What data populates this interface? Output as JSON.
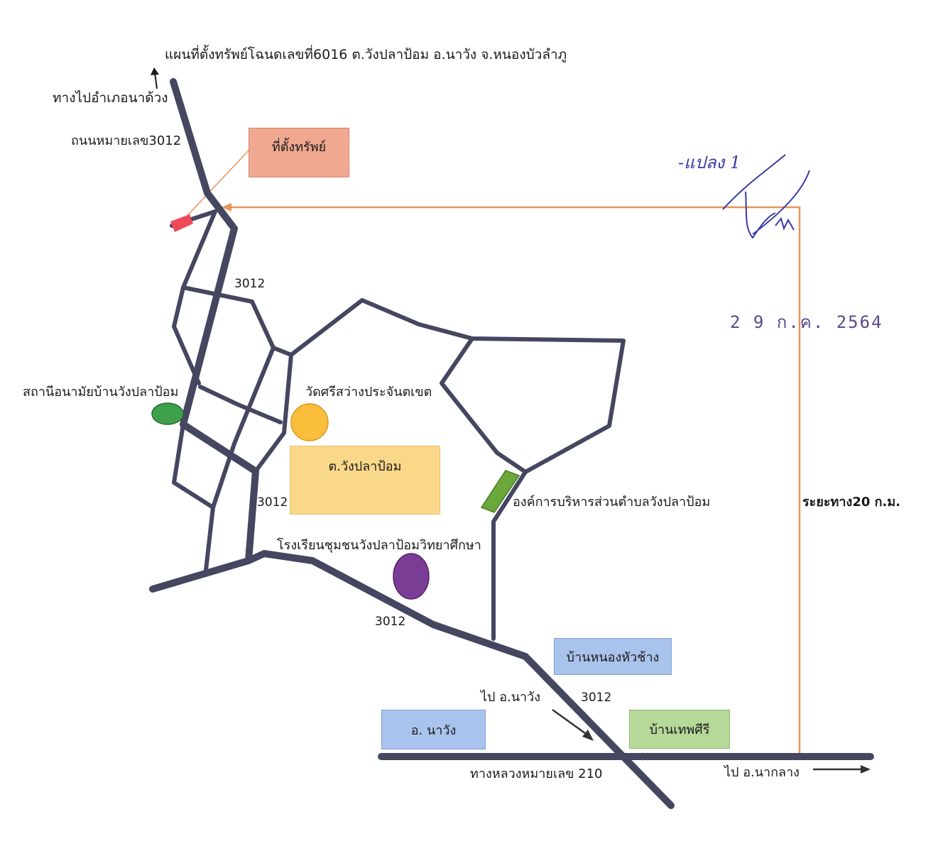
{
  "title": "แผนที่ตั้งทรัพย์โฉนดเลขที่6016 ต.วังปลาป้อม อ.นาวัง จ.หนองบัวลำภู",
  "labels": {
    "to_district": "ทางไปอำเภอนาด้วง",
    "road_3012": "ถนนหมายเลข3012",
    "health_station": "สถานีอนามัยบ้านวังปลาป้อม",
    "temple": "วัดศรีสว่างประจันตเขต",
    "sao": "องค์การบริหารส่วนตำบลวังปลาป้อม",
    "school": "โรงเรียนชุมชนวังปลาป้อมวิทยาศึกษา",
    "to_nawang": "ไป อ.นาวัง",
    "highway_210": "ทางหลวงหมายเลข 210",
    "to_naklang": "ไป อ.นากลาง",
    "distance": "ระยะทาง20 ก.ม."
  },
  "road_numbers": [
    "3012",
    "3012",
    "3012",
    "3012"
  ],
  "boxes": {
    "property": "ที่ตั้งทรัพย์",
    "subdistrict": "ต.วังปลาป้อม",
    "ban_nong_hua_chang": "บ้านหนองหัวช้าง",
    "district_nawang": "อ. นาวัง",
    "ban_thep_si": "บ้านเทพศีรี"
  },
  "stamp": {
    "handwritten": "-แปลง 1",
    "date": "2 9 ก.ค. 2564"
  },
  "colors": {
    "road": "#454660",
    "route": "#e8945a",
    "property_box": "#f0a890",
    "subdistrict_box": "#fad88a",
    "blue_box": "#a9c3ec",
    "green_box": "#b6d99a",
    "health_station": "#3ea04a",
    "temple": "#fbbd3c",
    "school": "#7a3d96",
    "sao": "#6aa83c",
    "property_marker": "#f04a5a",
    "ink": "#3a3aa8"
  }
}
